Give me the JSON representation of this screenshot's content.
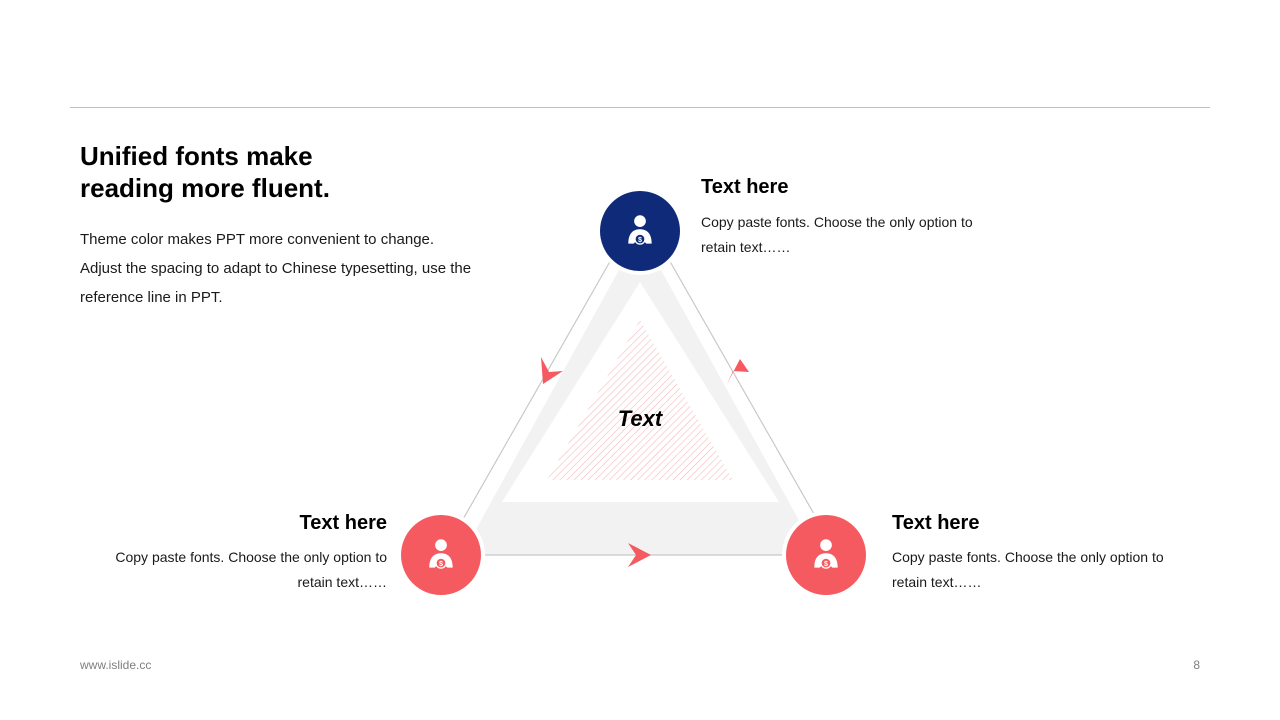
{
  "slide": {
    "headline": "Unified fonts make reading more fluent.",
    "body_lines": [
      "Theme color makes PPT more convenient to change.",
      "Adjust the spacing to adapt to Chinese typesetting, use the reference line in PPT."
    ]
  },
  "diagram": {
    "center_label": "Text",
    "nodes": [
      {
        "title": "Text here",
        "description": "Copy paste fonts. Choose the only option to retain text……",
        "color": "#0f2a78",
        "icon": "businessman-dollar-icon"
      },
      {
        "title": "Text here",
        "description": "Copy paste fonts. Choose the only option to retain text……",
        "color": "#f45a5f",
        "icon": "businessman-dollar-icon"
      },
      {
        "title": "Text here",
        "description": "Copy paste fonts. Choose the only option to retain text……",
        "color": "#f45a5f",
        "icon": "businessman-dollar-icon"
      }
    ],
    "colors": {
      "primary": "#0f2a78",
      "accent": "#f45a5f",
      "track": "#f2f2f2",
      "line": "#c8c8c8"
    }
  },
  "footer": {
    "url": "www.islide.cc",
    "page_number": "8"
  }
}
